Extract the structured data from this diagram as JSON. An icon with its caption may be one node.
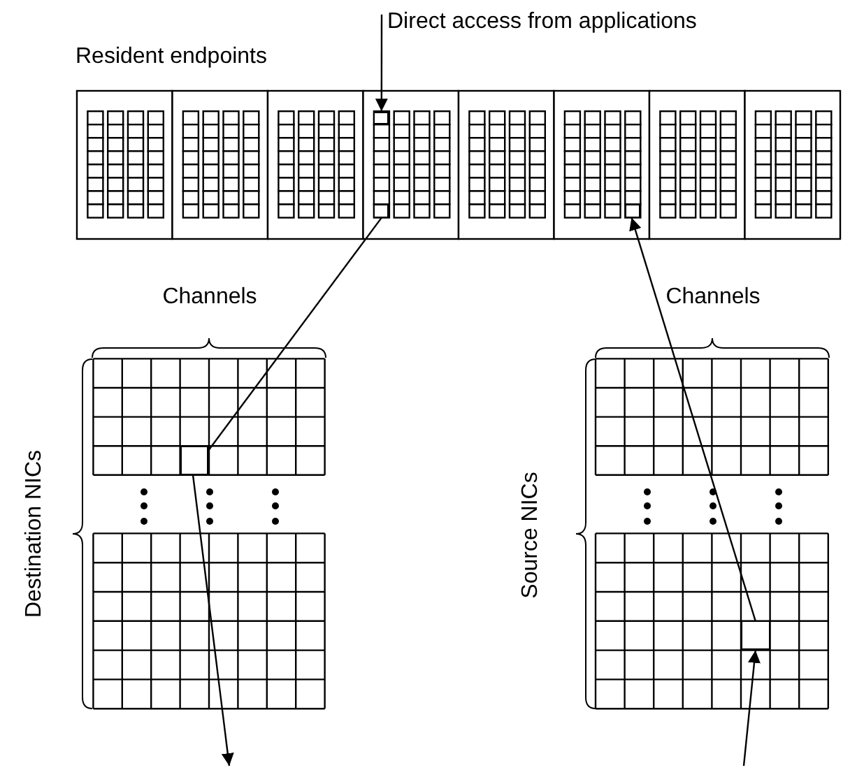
{
  "diagram": {
    "nodes": [
      {
        "text": [
          "Direct access from applications"
        ]
      },
      {
        "text": [],
        "shape": "box"
      },
      {
        "text": [],
        "shape": "box"
      },
      {
        "text": [],
        "shape": "box"
      },
      {
        "text": [],
        "shape": "box"
      },
      {
        "text": [],
        "shape": "box"
      }
    ],
    "edges": [
      {
        "from": 0,
        "to": 1,
        "arrow": "to"
      },
      {
        "from": 2,
        "to": 3,
        "arrow": "to"
      },
      {
        "from": 3,
        "to": null,
        "arrow": "to"
      },
      {
        "from": null,
        "to": 4,
        "arrow": "to"
      },
      {
        "from": 4,
        "to": 5,
        "arrow": "to"
      }
    ],
    "labels": [
      "Resident endpoints",
      "Channels",
      "Channels",
      "Destination NICs",
      "Source NICs"
    ]
  }
}
